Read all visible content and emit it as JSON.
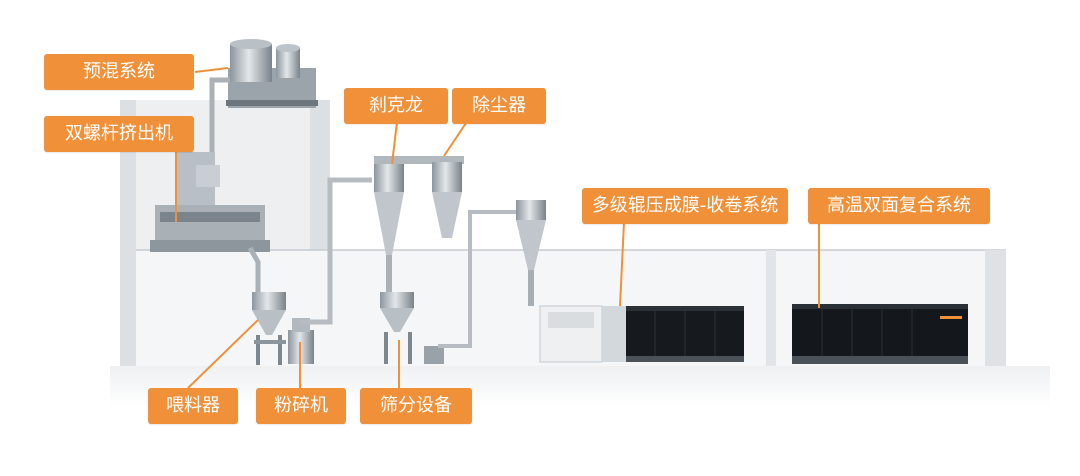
{
  "diagram": {
    "accent_color": "#F0913A",
    "labels": {
      "premix": "预混系统",
      "extruder": "双螺杆挤出机",
      "cyclone": "刹克龙",
      "dust": "除尘器",
      "rolling": "多级辊压成膜-收卷系统",
      "laminating": "高温双面复合系统",
      "feeder": "喂料器",
      "crusher": "粉碎机",
      "sieve": "筛分设备"
    }
  }
}
